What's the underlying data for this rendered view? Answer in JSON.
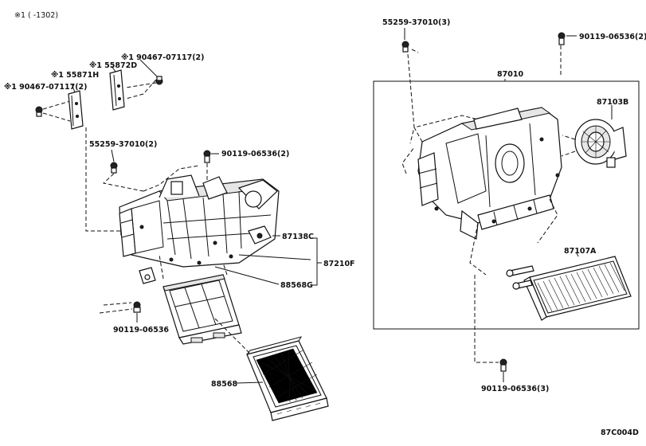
{
  "header_note": "※1 (   -1302)",
  "diagram_code": "87C004D",
  "labels": {
    "l_90467_left": "※1 90467-07117(2)",
    "l_155871": "※1 55871H",
    "l_155872": "※1 55872D",
    "l_90467_top": "※1 90467-07117(2)",
    "l_55259_left": "55259-37010(2)",
    "l_90119_mid": "90119-06536(2)",
    "l_87138": "87138C",
    "l_87210": "87210F",
    "l_88568g": "88568G",
    "l_90119_left": "90119-06536",
    "l_88568": "88568",
    "l_55259_top": "55259-37010(3)",
    "l_90119_topright": "90119-06536(2)",
    "l_87010": "87010",
    "l_87103": "87103B",
    "l_87107": "87107A",
    "l_90119_bottom": "90119-06536(3)"
  }
}
